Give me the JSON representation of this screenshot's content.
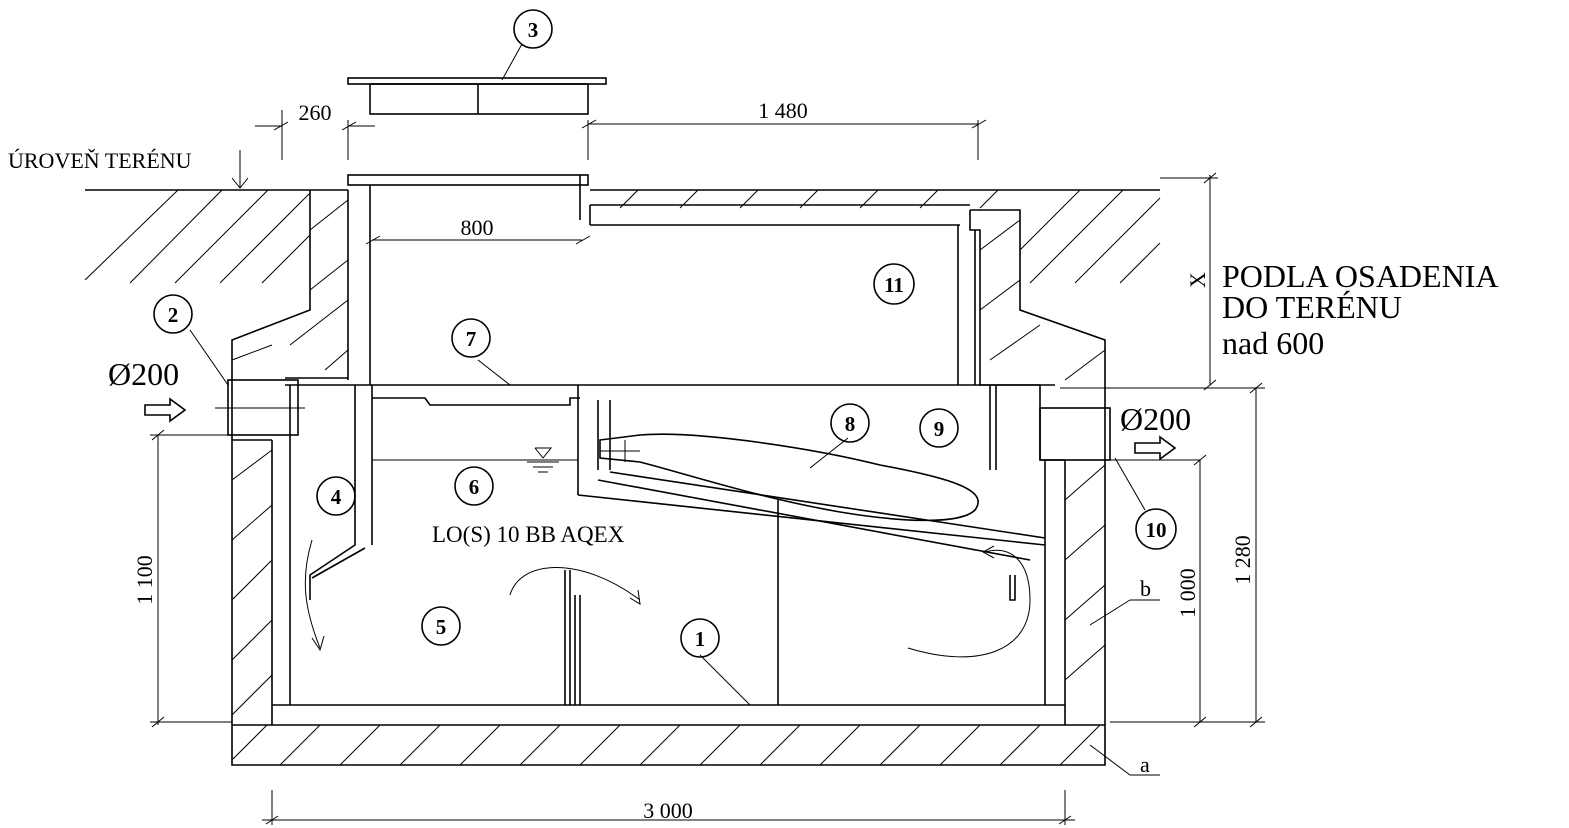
{
  "labels": {
    "terrain_level": "ÚROVEŇ TERÉNU",
    "diameter_in": "Ø200",
    "diameter_out": "Ø200",
    "product": "LO(S) 10 BB AQEX",
    "note_line1": "PODLA OSADENIA",
    "note_line2": "DO TERÉNU",
    "note_line3": "nad 600",
    "x_mark": "X",
    "letter_a": "a",
    "letter_b": "b"
  },
  "dimensions": {
    "d260": "260",
    "d1480": "1 480",
    "d800": "800",
    "d1100": "1 100",
    "d1000": "1 000",
    "d1280": "1 280",
    "d3000": "3 000"
  },
  "callouts": [
    "1",
    "2",
    "3",
    "4",
    "5",
    "6",
    "7",
    "8",
    "9",
    "10",
    "11"
  ]
}
